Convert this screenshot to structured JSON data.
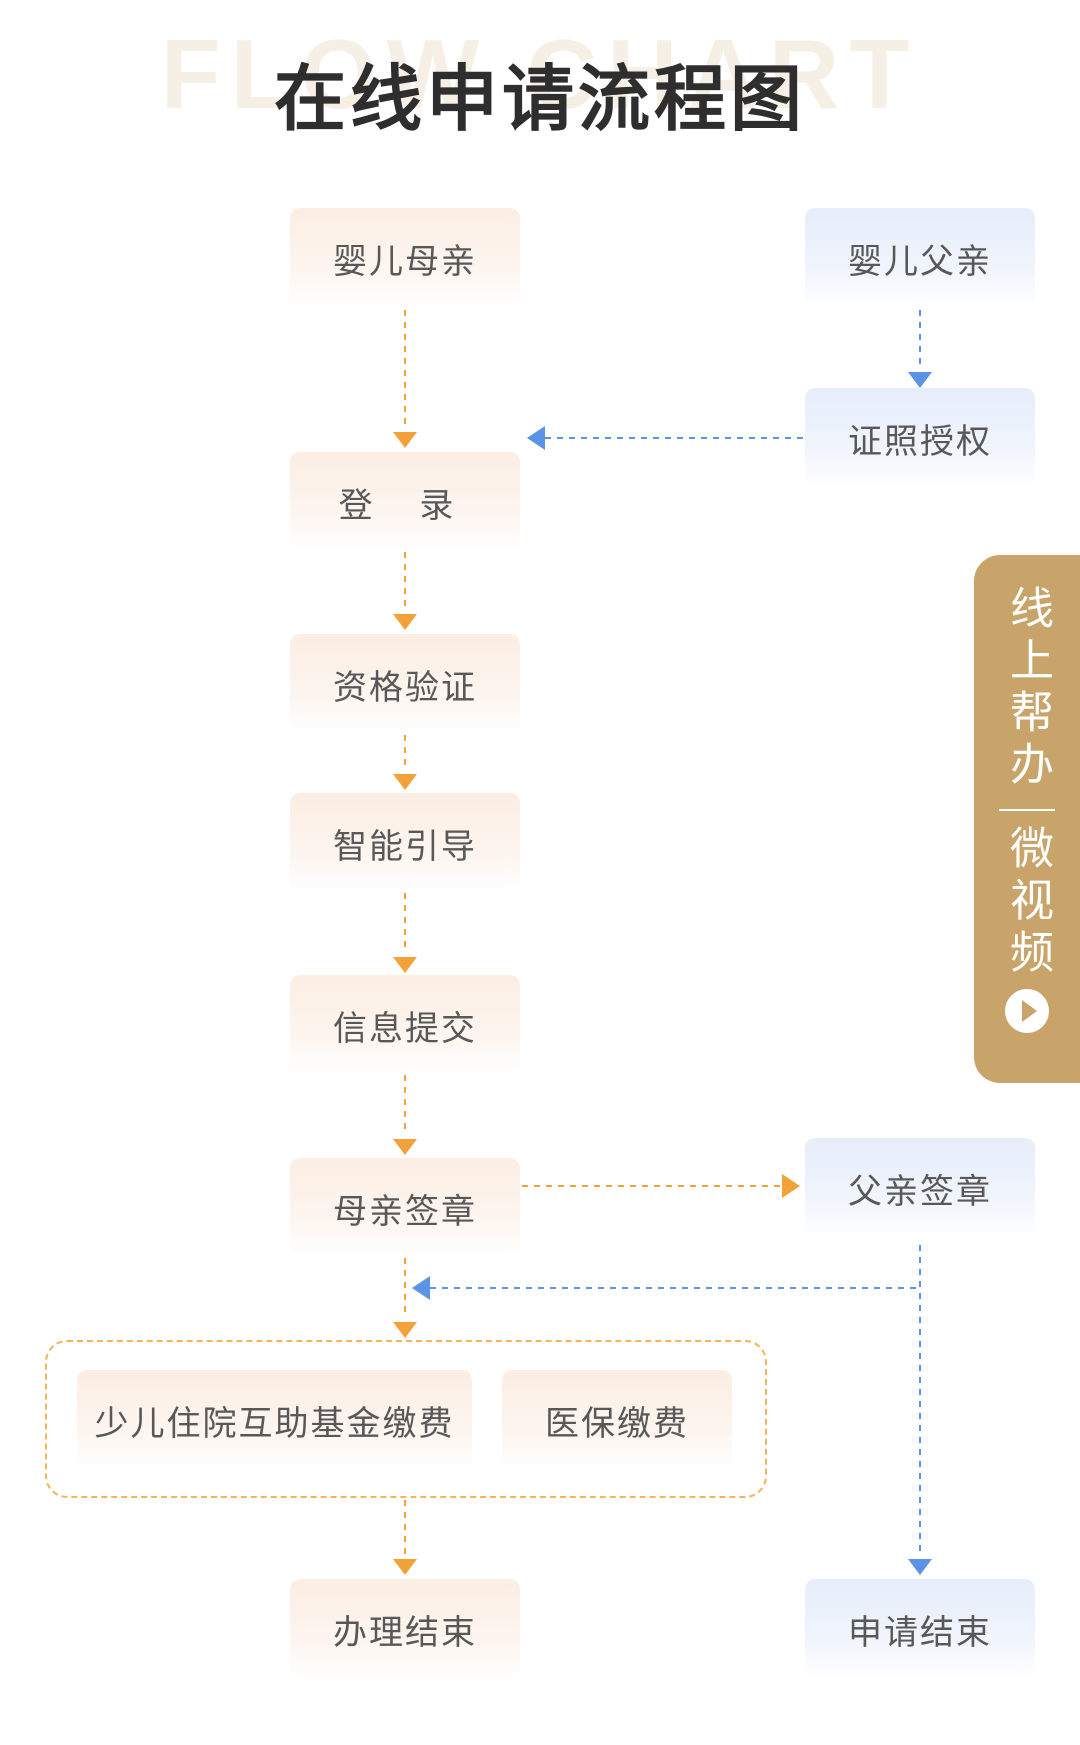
{
  "watermark": "FLOW CHART",
  "title": "在线申请流程图",
  "nodes": {
    "mother": "婴儿母亲",
    "father": "婴儿父亲",
    "cert_auth": "证照授权",
    "login": "登 录",
    "qualification": "资格验证",
    "smart_guide": "智能引导",
    "info_submit": "信息提交",
    "mother_sign": "母亲签章",
    "father_sign": "父亲签章",
    "fund_payment": "少儿住院互助基金缴费",
    "medical_payment": "医保缴费",
    "process_end": "办理结束",
    "apply_end": "申请结束"
  },
  "side_tab": {
    "line1": "线上帮办",
    "line2": "微视频"
  },
  "colors": {
    "orange_arrow": "#f3a23a",
    "blue_arrow": "#5b93e6",
    "side_tab": "#c9a46a"
  }
}
